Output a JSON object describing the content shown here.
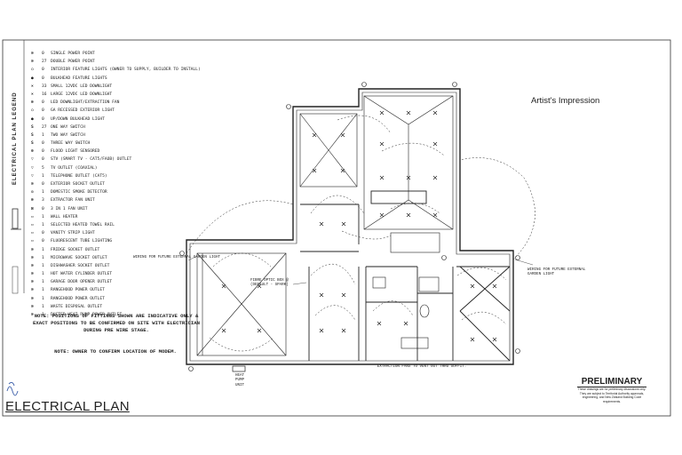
{
  "legend_title": "ELECTRICAL PLAN LEGEND",
  "legend_items": [
    {
      "symbol": "⊙",
      "qty": "0",
      "label": "SINGLE POWER POINT"
    },
    {
      "symbol": "⊙",
      "qty": "27",
      "label": "DOUBLE POWER POINT"
    },
    {
      "symbol": "○",
      "qty": "0",
      "label": "INTERIOR FEATURE LIGHTS (OWNER TO SUPPLY, BUILDER TO INSTALL)"
    },
    {
      "symbol": "●",
      "qty": "0",
      "label": "BULKHEAD FEATURE LIGHTS"
    },
    {
      "symbol": "×",
      "qty": "33",
      "label": "SMALL 12VDC LED DOWNLIGHT"
    },
    {
      "symbol": "×",
      "qty": "16",
      "label": "LARGE 12VDC LED DOWNLIGHT"
    },
    {
      "symbol": "⊗",
      "qty": "0",
      "label": "LED DOWNLIGHT/EXTRACTION FAN"
    },
    {
      "symbol": "○",
      "qty": "0",
      "label": "GA RECESSED EXTERIOR LIGHT"
    },
    {
      "symbol": "●",
      "qty": "0",
      "label": "UP/DOWN BULKHEAD LIGHT"
    },
    {
      "symbol": "S",
      "qty": "27",
      "label": "ONE WAY SWITCH"
    },
    {
      "symbol": "S",
      "qty": "1",
      "label": "TWO WAY SWITCH"
    },
    {
      "symbol": "S",
      "qty": "0",
      "label": "THREE WAY SWITCH"
    },
    {
      "symbol": "⊕",
      "qty": "0",
      "label": "FLOOD LIGHT SENSORED"
    },
    {
      "symbol": "▽",
      "qty": "0",
      "label": "STV (SMART TV - CAT5/FAOB) OUTLET"
    },
    {
      "symbol": "▽",
      "qty": "5",
      "label": "TV OUTLET (COAXIAL)"
    },
    {
      "symbol": "▽",
      "qty": "1",
      "label": "TELEPHONE OUTLET (CAT5)"
    },
    {
      "symbol": "⊙",
      "qty": "0",
      "label": "EXTERIOR SOCKET OUTLET"
    },
    {
      "symbol": "◎",
      "qty": "1",
      "label": "DOMESTIC SMOKE DETECTOR"
    },
    {
      "symbol": "⊗",
      "qty": "3",
      "label": "EXTRACTOR FAN UNIT"
    },
    {
      "symbol": "⊠",
      "qty": "0",
      "label": "3 IN 1 FAN UNIT"
    },
    {
      "symbol": "▭",
      "qty": "1",
      "label": "WALL HEATER"
    },
    {
      "symbol": "▭",
      "qty": "1",
      "label": "SELECTED HEATED TOWEL RAIL"
    },
    {
      "symbol": "▭",
      "qty": "0",
      "label": "VANITY STRIP LIGHT"
    },
    {
      "symbol": "▭",
      "qty": "0",
      "label": "FLUORESCENT TUBE LIGHTING"
    },
    {
      "symbol": "⊙",
      "qty": "1",
      "label": "FRIDGE SOCKET OUTLET"
    },
    {
      "symbol": "⊙",
      "qty": "1",
      "label": "MICROWAVE SOCKET OUTLET"
    },
    {
      "symbol": "⊙",
      "qty": "1",
      "label": "DISHWASHER SOCKET OUTLET"
    },
    {
      "symbol": "⊙",
      "qty": "1",
      "label": "HOT WATER CYLINDER OUTLET"
    },
    {
      "symbol": "⊙",
      "qty": "1",
      "label": "GARAGE DOOR OPENER OUTLET"
    },
    {
      "symbol": "⊙",
      "qty": "1",
      "label": "RANGEHOOD POWER OUTLET"
    },
    {
      "symbol": "⊙",
      "qty": "1",
      "label": "RANGEHOOD POWER OUTLET"
    },
    {
      "symbol": "⊙",
      "qty": "1",
      "label": "WASTE DISPOSAL OUTLET"
    },
    {
      "symbol": "⊙",
      "qty": "1",
      "label": "DUCTED HEAT PUMP POWER OUTLET"
    }
  ],
  "note_fittings": "NOTE: POSITIONS OF FITTINGS SHOWN ARE INDICATIVE ONLY & EXACT POSITIONS TO BE CONFIRMED ON SITE WITH ELECTRICIAN DURING PRE WIRE STAGE.",
  "note_modem": "NOTE: OWNER TO CONFIRM LOCATION OF MODEM.",
  "plan_title": "ELECTRICAL PLAN",
  "artist_impression": "Artist's Impression",
  "preliminary_title": "PRELIMINARY",
  "preliminary_note": "These drawings are for preliminary discussions only. They are subject to Territorial Authority approvals, engineering, and New Zealand Building Code requirements.",
  "annotations": {
    "wiring_left": "WIRING FOR FUTURE EXTERNAL GARDEN LIGHT",
    "wiring_right": "WIRING FOR FUTURE EXTERNAL GARDEN LIGHT",
    "fibre": "FIBRE OPTIC BOX @ (DEFAULT - SPARK)",
    "heat_pump": "HEAT PUMP UNIT",
    "extraction": "EXTRACTION FANS TO VENT OUT THRU SOFFIT."
  },
  "colors": {
    "ink": "#222222",
    "paper": "#ffffff"
  }
}
